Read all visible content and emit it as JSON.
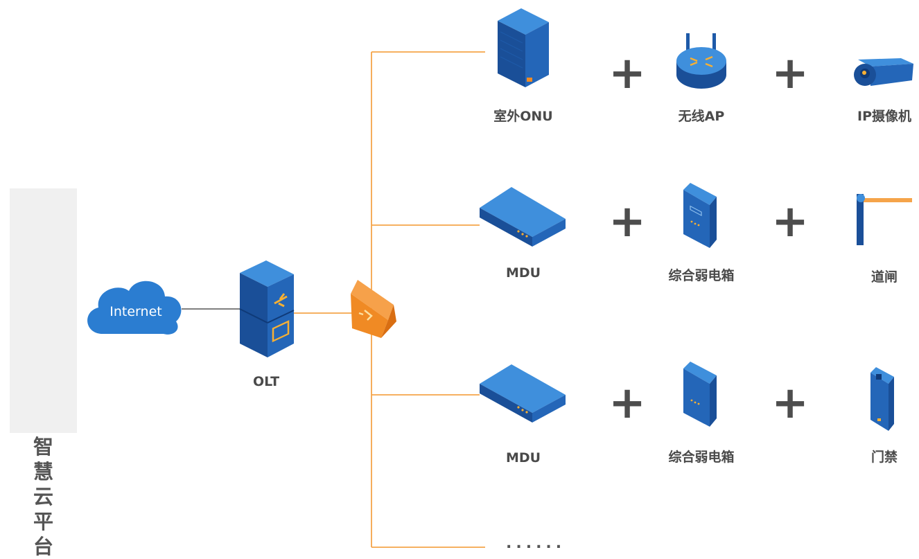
{
  "sidebar": {
    "title_chars": [
      "智",
      "慧",
      "云",
      "平",
      "台"
    ]
  },
  "internet": {
    "label": "Internet"
  },
  "olt": {
    "label": "OLT"
  },
  "row1": {
    "device1": "室外ONU",
    "device2": "无线AP",
    "device3": "IP摄像机"
  },
  "row2": {
    "device1": "MDU",
    "device2": "综合弱电箱",
    "device3": "道闸"
  },
  "row3": {
    "device1": "MDU",
    "device2": "综合弱电箱",
    "device3": "门禁"
  },
  "plus_symbol": "+",
  "ellipsis": "......",
  "colors": {
    "device_blue": "#1e5aa8",
    "device_light": "#2f7fd0",
    "line_orange": "#f5a44a",
    "splitter_orange": "#f08a24",
    "accent_yellow": "#f7b034"
  }
}
